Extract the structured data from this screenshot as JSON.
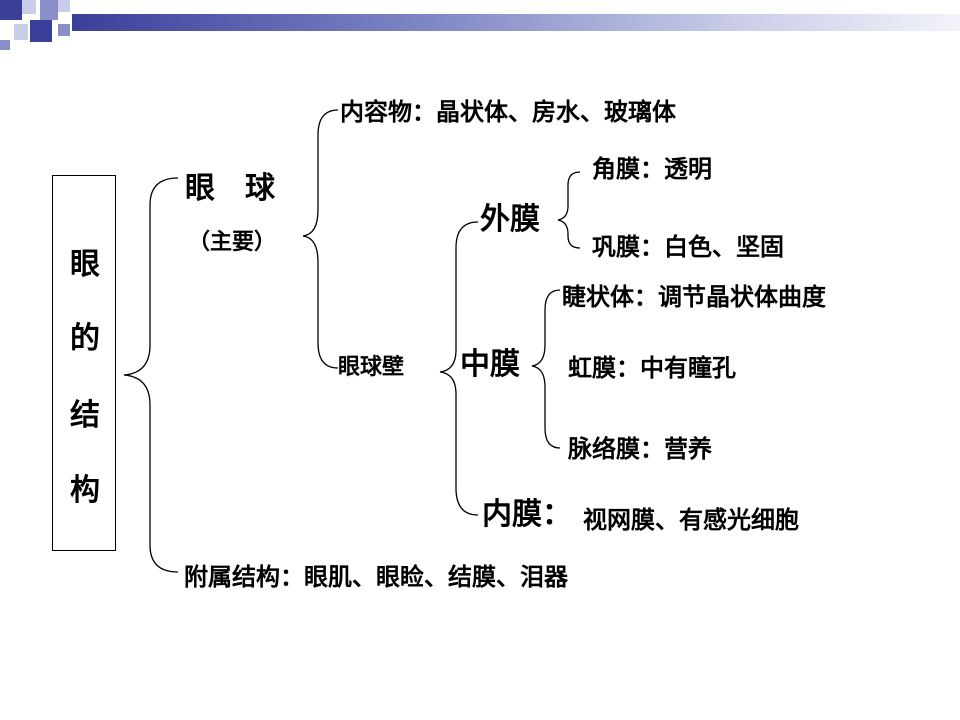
{
  "title_chars": [
    "眼",
    "的",
    "结",
    "构"
  ],
  "eyeball": {
    "label": "眼　球",
    "note": "（主要）"
  },
  "contents": "内容物：晶状体、房水、玻璃体",
  "eyeball_wall": "眼球壁",
  "outer": {
    "label": "外膜",
    "cornea": "角膜：透明",
    "sclera": "巩膜：白色、坚固"
  },
  "middle": {
    "label": "中膜",
    "ciliary": "睫状体：调节晶状体曲度",
    "iris": "虹膜：中有瞳孔",
    "choroid": "脉络膜：营养"
  },
  "inner": {
    "label": "内膜：",
    "retina": "视网膜、有感光细胞"
  },
  "accessory": "附属结构：眼肌、眼睑、结膜、泪器",
  "colors": {
    "header_dark": "#3a3f9a",
    "header_mid": "#8a8fca",
    "header_light": "#c9cde8"
  }
}
